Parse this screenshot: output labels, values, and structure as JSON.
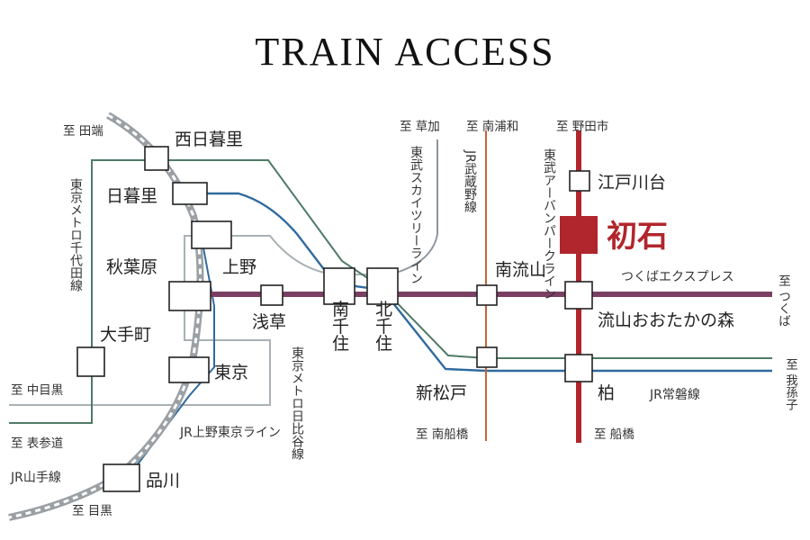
{
  "title": "TRAIN ACCESS",
  "stations": {
    "nishi_nippori": "西日暮里",
    "nippori": "日暮里",
    "akihabara": "秋葉原",
    "ueno": "上野",
    "asakusa": "浅草",
    "otemachi": "大手町",
    "tokyo": "東京",
    "shinagawa": "品川",
    "minami_senju": "南千住",
    "kita_senju": "北千住",
    "shin_matsudo": "新松戸",
    "minami_nagareyama": "南流山",
    "edogawadai": "江戸川台",
    "hatsuishi": "初石",
    "nagareyama_otakanomori": "流山おおたかの森",
    "kashiwa": "柏"
  },
  "directions": {
    "tabata": "至 田端",
    "soka": "至 草加",
    "minami_urawa": "至 南浦和",
    "nodashi": "至 野田市",
    "tsukuba": "至 つくば",
    "abiko": "至 我孫子",
    "naka_meguro": "至 中目黒",
    "omotesando": "至 表参道",
    "meguro": "至 目黒",
    "minami_funabashi": "至 南船橋",
    "funabashi": "至 船橋"
  },
  "lines": {
    "chiyoda": "東京メトロ千代田線",
    "hibiya": "東京メトロ日比谷線",
    "skytree": "東武スカイツリーライン",
    "musashino": "JR武蔵野線",
    "urban_park": "東武アーバンパークライン",
    "tsukuba_express": "つくばエクスプレス",
    "joban": "JR常磐線",
    "ueno_tokyo": "JR上野東京ライン",
    "yamanote": "JR山手線"
  },
  "colors": {
    "chiyoda": "#4f7a66",
    "hibiya": "#a9b1b4",
    "joban": "#2f6a9e",
    "tsukuba_express": "#7b3f63",
    "musashino": "#c8643a",
    "urban_park": "#b1262c",
    "skytree": "#7f8b94",
    "yamanote": "#9aa0a4"
  }
}
